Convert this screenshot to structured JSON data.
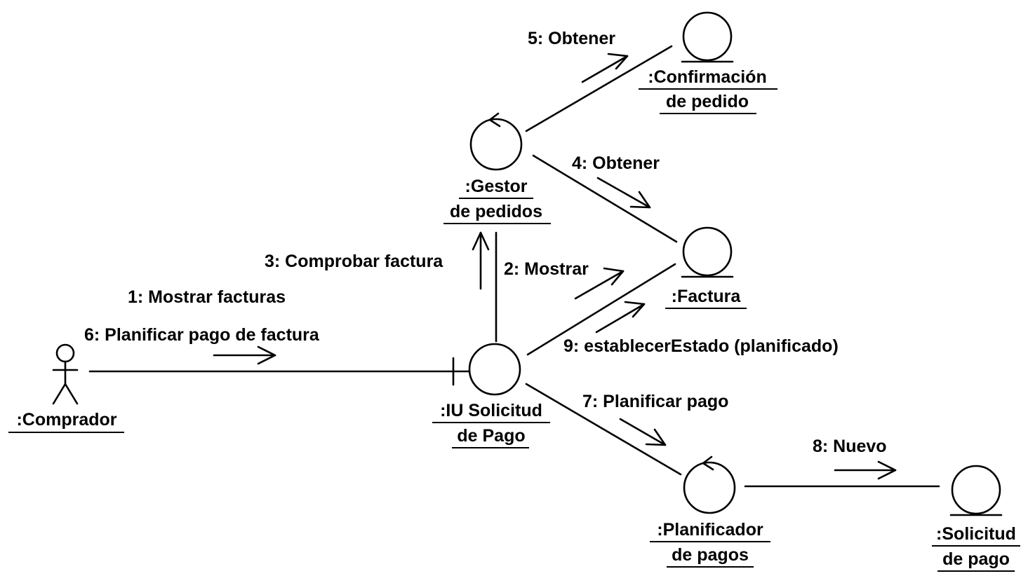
{
  "objects": {
    "comprador": {
      "line1": ":Comprador"
    },
    "iu_solicitud": {
      "line1": ":IU Solicitud",
      "line2": "de Pago"
    },
    "gestor": {
      "line1": ":Gestor",
      "line2": "de pedidos"
    },
    "confirmacion": {
      "line1": ":Confirmación",
      "line2": "de pedido"
    },
    "factura": {
      "line1": ":Factura"
    },
    "planificador": {
      "line1": ":Planificador",
      "line2": "de pagos"
    },
    "solicitud_pago": {
      "line1": ":Solicitud",
      "line2": "de pago"
    }
  },
  "messages": {
    "m1": "1: Mostrar facturas",
    "m2": "2: Mostrar",
    "m3": "3: Comprobar factura",
    "m4": "4: Obtener",
    "m5": "5: Obtener",
    "m6": "6: Planificar pago de factura",
    "m7": "7: Planificar pago",
    "m8": "8: Nuevo",
    "m9": "9: establecerEstado (planificado)"
  }
}
